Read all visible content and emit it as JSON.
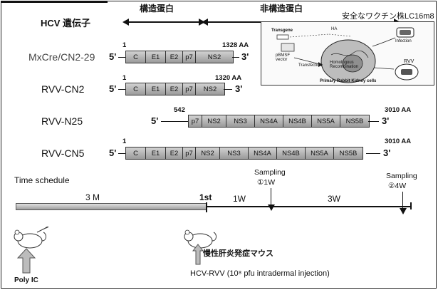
{
  "header": {
    "hcv_gene": "HCV 遺伝子",
    "structural": "構造蛋白",
    "nonstructural": "非構造蛋白",
    "vaccine_strain": "安全なワクチン株LC16m8"
  },
  "constructs": [
    {
      "name": "MxCre/CN2-29",
      "start": "1",
      "end": "1328 AA",
      "segments": [
        "C",
        "E1",
        "E2",
        "p7",
        "NS2"
      ]
    },
    {
      "name": "RVV-CN2",
      "start": "1",
      "end": "1320 AA",
      "segments": [
        "C",
        "E1",
        "E2",
        "p7",
        "NS2"
      ]
    },
    {
      "name": "RVV-N25",
      "start": "542",
      "end": "3010 AA",
      "segments": [
        "p7",
        "NS2",
        "NS3",
        "NS4A",
        "NS4B",
        "NS5A",
        "NS5B"
      ]
    },
    {
      "name": "RVV-CN5",
      "start": "1",
      "end": "3010 AA",
      "segments": [
        "C",
        "E1",
        "E2",
        "p7",
        "NS2",
        "NS3",
        "NS4A",
        "NS4B",
        "NS5A",
        "NS5B"
      ]
    }
  ],
  "ends": {
    "five": "5'",
    "three": "3'"
  },
  "inset": {
    "transgene": "Transgene",
    "ha": "HA",
    "infection": "Infection",
    "vector": "pBMSF vector",
    "transfection": "Transfection",
    "recombination": "Homologous Recombination",
    "rvv": "RVV",
    "cells": "Primary Rabbit Kidney cells"
  },
  "timeline": {
    "title": "Time schedule",
    "period1": "3 M",
    "first": "1st",
    "period2": "1W",
    "period3": "3W",
    "sampling1": "Sampling",
    "sampling1_time": "①1W",
    "sampling2": "Sampling",
    "sampling2_time": "②4W"
  },
  "bottom": {
    "poly_ic": "Poly IC",
    "chronic_mouse": "慢性肝炎発症マウス",
    "injection": "HCV-RVV (10⁸ pfu intradermal injection)"
  }
}
